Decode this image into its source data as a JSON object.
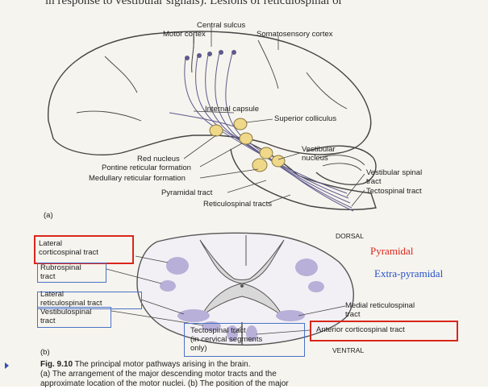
{
  "header_text": "in response to vestibular signals). Lesions of reticulospinal or",
  "brain_labels": {
    "central_sulcus": "Central sulcus",
    "motor_cortex": "Motor cortex",
    "somatosensory_cortex": "Somatosensory cortex",
    "internal_capsule": "Internal capsule",
    "superior_colliculus": "Superior colliculus",
    "vestibular_nucleus": "Vestibular\nnucleus",
    "red_nucleus": "Red nucleus",
    "pontine_reticular": "Pontine reticular formation",
    "medullary_reticular": "Medullary reticular formation",
    "vestibular_spinal": "Vestibular spinal\ntract",
    "tectospinal": "Tectospinal tract",
    "pyramidal_tract": "Pyramidal tract",
    "reticulospinal_tracts": "Reticulospinal tracts",
    "panel_a": "(a)"
  },
  "cord_labels": {
    "dorsal": "DORSAL",
    "ventral": "VENTRAL",
    "lateral_corticospinal": "Lateral\ncorticospinal tract",
    "rubrospinal": "Rubrospinal\ntract",
    "lateral_reticulospinal": "Lateral\nreticulospinal tract",
    "vestibulospinal": "Vestibulospinal\ntract",
    "tectospinal_cervical": "Tectospinal tract\n(in cervical segments\nonly)",
    "medial_reticulospinal": "Medial reticulospinal\ntract",
    "anterior_corticospinal": "Anterior corticospinal tract",
    "panel_b": "(b)"
  },
  "overlay": {
    "pyramidal": "Pyramidal",
    "extra_pyramidal": "Extra-pyramidal"
  },
  "caption": {
    "fig_label": "Fig. 9.10",
    "line1": "The principal motor pathways arising in the brain.",
    "line2": "(a) The arrangement of the major descending motor tracts and the",
    "line3": "approximate location of the motor nuclei. (b) The position of the major"
  },
  "colors": {
    "red_box": "#d9261c",
    "blue_box": "#4a72c8",
    "tract_fill": "#b8b0d8",
    "nucleus_fill": "#efd88a"
  }
}
